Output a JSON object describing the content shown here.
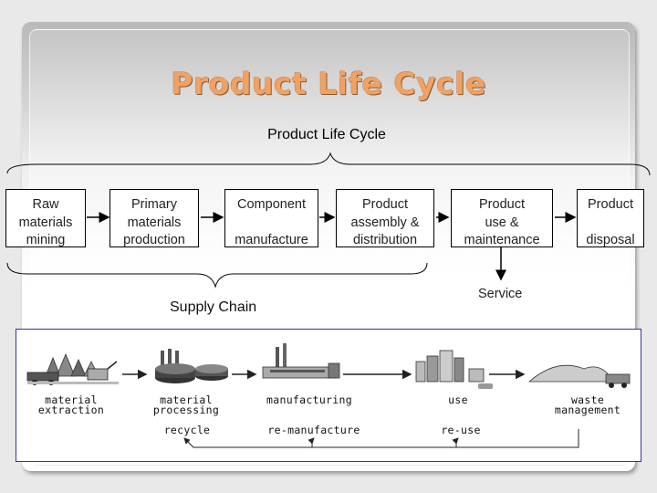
{
  "slide": {
    "title": "Product Life Cycle",
    "subtitle": "Product Life Cycle",
    "title_color": "#f0a264"
  },
  "stages": [
    {
      "id": "raw",
      "lines": [
        "Raw",
        "materials",
        "mining"
      ]
    },
    {
      "id": "primary",
      "lines": [
        "Primary",
        "materials",
        "production"
      ]
    },
    {
      "id": "component",
      "lines": [
        "Component",
        "",
        "manufacture"
      ]
    },
    {
      "id": "assembly",
      "lines": [
        "Product",
        "assembly &",
        "distribution"
      ]
    },
    {
      "id": "use",
      "lines": [
        "Product",
        "use &",
        "maintenance"
      ]
    },
    {
      "id": "disposal",
      "lines": [
        "Product",
        "",
        "disposal"
      ]
    }
  ],
  "service_label": "Service",
  "supply_chain_label": "Supply Chain",
  "illustration": {
    "top_labels": [
      {
        "id": "extraction",
        "lines": [
          "material",
          "extraction"
        ]
      },
      {
        "id": "processing",
        "lines": [
          "material",
          "processing"
        ]
      },
      {
        "id": "manufacturing",
        "lines": [
          "manufacturing"
        ]
      },
      {
        "id": "use",
        "lines": [
          "use"
        ]
      },
      {
        "id": "waste",
        "lines": [
          "waste",
          "management"
        ]
      }
    ],
    "loop_labels": {
      "recycle": "recycle",
      "remanufacture": "re-manufacture",
      "reuse": "re-use"
    },
    "border_color": "#3333aa"
  }
}
